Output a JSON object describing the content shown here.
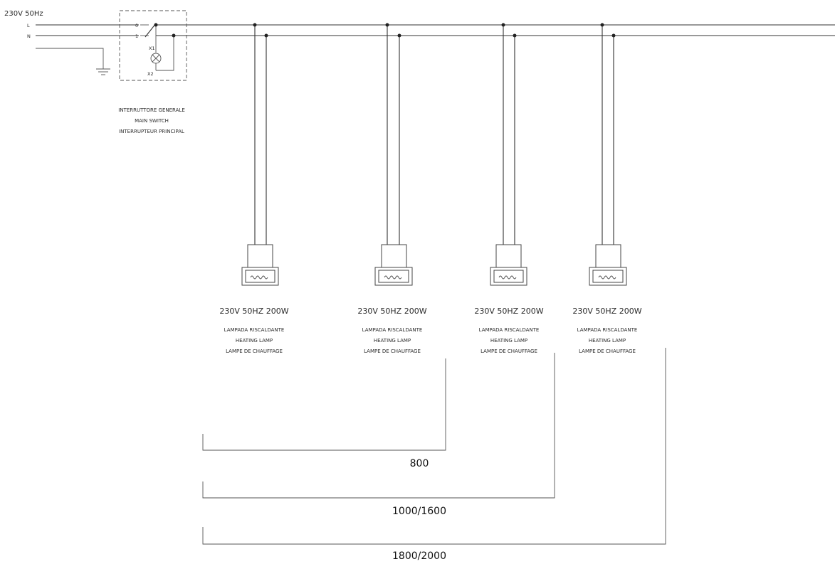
{
  "supply": {
    "label": "230V 50Hz",
    "line_l": "L",
    "line_n": "N"
  },
  "main_switch": {
    "pin_top": "0",
    "pin_bottom": "1",
    "lamp_pin_1": "X1",
    "lamp_pin_2": "X2",
    "label_it": "INTERRUTTORE GENERALE",
    "label_en": "MAIN SWITCH",
    "label_fr": "INTERRUPTEUR PRINCIPAL"
  },
  "lamps": [
    {
      "spec": "230V 50HZ 200W",
      "label_it": "LAMPADA RISCALDANTE",
      "label_en": "HEATING LAMP",
      "label_fr": "LAMPE DE CHAUFFAGE"
    },
    {
      "spec": "230V 50HZ 200W",
      "label_it": "LAMPADA RISCALDANTE",
      "label_en": "HEATING LAMP",
      "label_fr": "LAMPE DE CHAUFFAGE"
    },
    {
      "spec": "230V 50HZ 200W",
      "label_it": "LAMPADA RISCALDANTE",
      "label_en": "HEATING LAMP",
      "label_fr": "LAMPE DE CHAUFFAGE"
    },
    {
      "spec": "230V 50HZ 200W",
      "label_it": "LAMPADA RISCALDANTE",
      "label_en": "HEATING LAMP",
      "label_fr": "LAMPE DE CHAUFFAGE"
    }
  ],
  "groupings": [
    {
      "label": "800"
    },
    {
      "label": "1000/1600"
    },
    {
      "label": "1800/2000"
    }
  ]
}
